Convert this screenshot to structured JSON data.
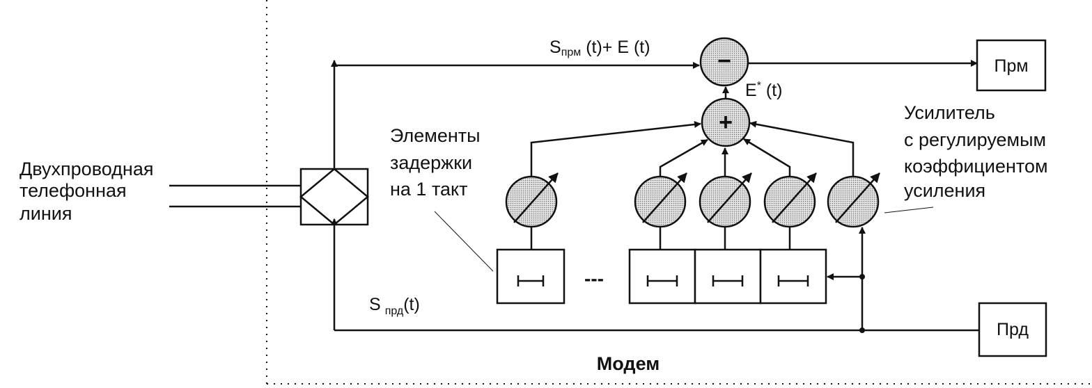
{
  "labels": {
    "line": [
      "Двухпроводная",
      "телефонная",
      "линия"
    ],
    "delay": [
      "Элементы",
      "задержки",
      "на 1 такт"
    ],
    "amp": [
      "Усилитель",
      "с регулируемым",
      "коэффициентом",
      "усиления"
    ],
    "modem": "Модем",
    "rx_box": "Прм",
    "tx_box": "Прд",
    "minus": "−",
    "plus": "+",
    "dots": "---",
    "e_star_main": "E",
    "e_star_sup": "*",
    "e_star_t": " (t)",
    "s_rx_main": "S",
    "s_rx_sub": "прм",
    "s_rx_rest": " (t)+ E (t)",
    "s_tx_main": "S",
    "s_tx_sub": "прд",
    "s_tx_rest": "(t)"
  },
  "colors": {
    "ink": "#111111",
    "shade": "#bdbdbd"
  }
}
